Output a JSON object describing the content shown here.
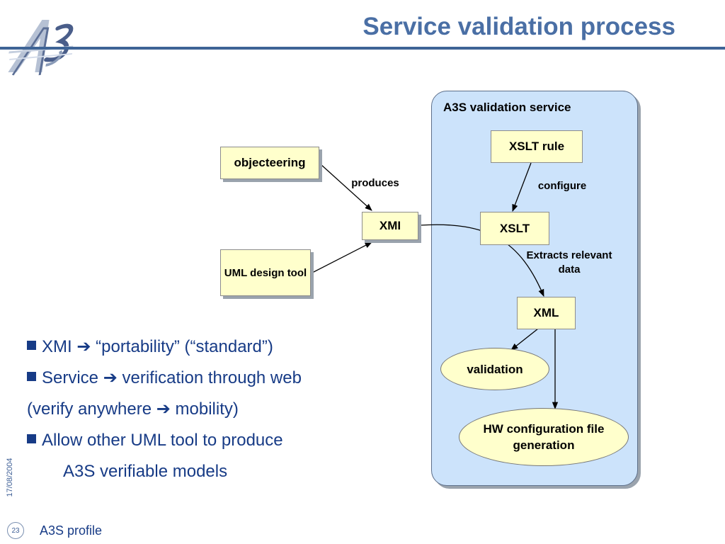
{
  "header": {
    "logo_text": "A3S",
    "title": "Service validation process"
  },
  "diagram": {
    "objecteering": "objecteering",
    "uml_tool": "UML design tool",
    "xmi": "XMI",
    "produces": "produces",
    "service_title": "A3S validation service",
    "xslt_rule": "XSLT rule",
    "configure": "configure",
    "xslt": "XSLT",
    "extracts": "Extracts relevant data",
    "xml": "XML",
    "validation": "validation",
    "hw_generation": "HW configuration file generation"
  },
  "bullets": [
    {
      "pre": "XMI",
      "arrow": "➔",
      "post": "“portability” (“standard”)"
    },
    {
      "pre": "Service",
      "arrow": "➔",
      "post": "verification through web"
    },
    {
      "pre": "(verify anywhere",
      "arrow": "➔",
      "post": "mobility)"
    },
    {
      "text": "Allow other UML tool to produce"
    },
    {
      "text": "A3S verifiable models"
    }
  ],
  "footer": {
    "date": "17/08/2004",
    "page": "23",
    "label": "A3S profile"
  },
  "colors": {
    "title": "#4a6fa5",
    "rule": "#3e6496",
    "bullets": "#173b86",
    "box_fill": "#ffffcc",
    "container_fill": "#cce3fb"
  }
}
